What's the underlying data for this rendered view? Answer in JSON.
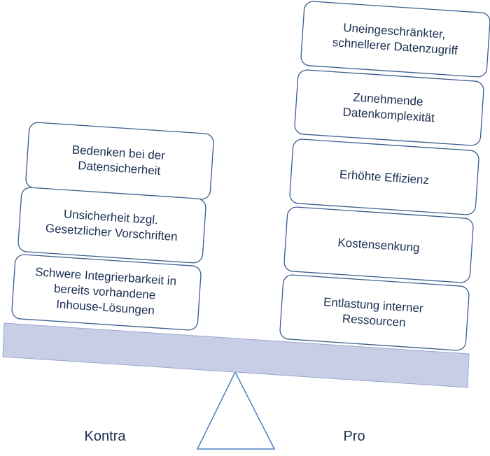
{
  "contra": {
    "label": "Kontra",
    "items": [
      [
        "Bedenken bei der",
        "Datensicherheit"
      ],
      [
        "Unsicherheit bzgl.",
        "Gesetzlicher Vorschriften"
      ],
      [
        "Schwere Integrierbarkeit in",
        "bereits vorhandene",
        "Inhouse-Lösungen"
      ]
    ]
  },
  "pro": {
    "label": "Pro",
    "items": [
      [
        "Uneingeschränkter,",
        "schnellerer Datenzugriff"
      ],
      [
        "Zunehmende",
        "Datenkomplexität"
      ],
      [
        "Erhöhte Effizienz"
      ],
      [
        "Kostensenkung"
      ],
      [
        "Entlastung interner",
        "Ressourcen"
      ]
    ]
  },
  "colors": {
    "box_stroke": "#3b5f8f",
    "text": "#1a2e52",
    "beam_fill": "#c8cee6",
    "beam_stroke": "#9aa6cc",
    "fulcrum_stroke": "#4a7fbf"
  }
}
